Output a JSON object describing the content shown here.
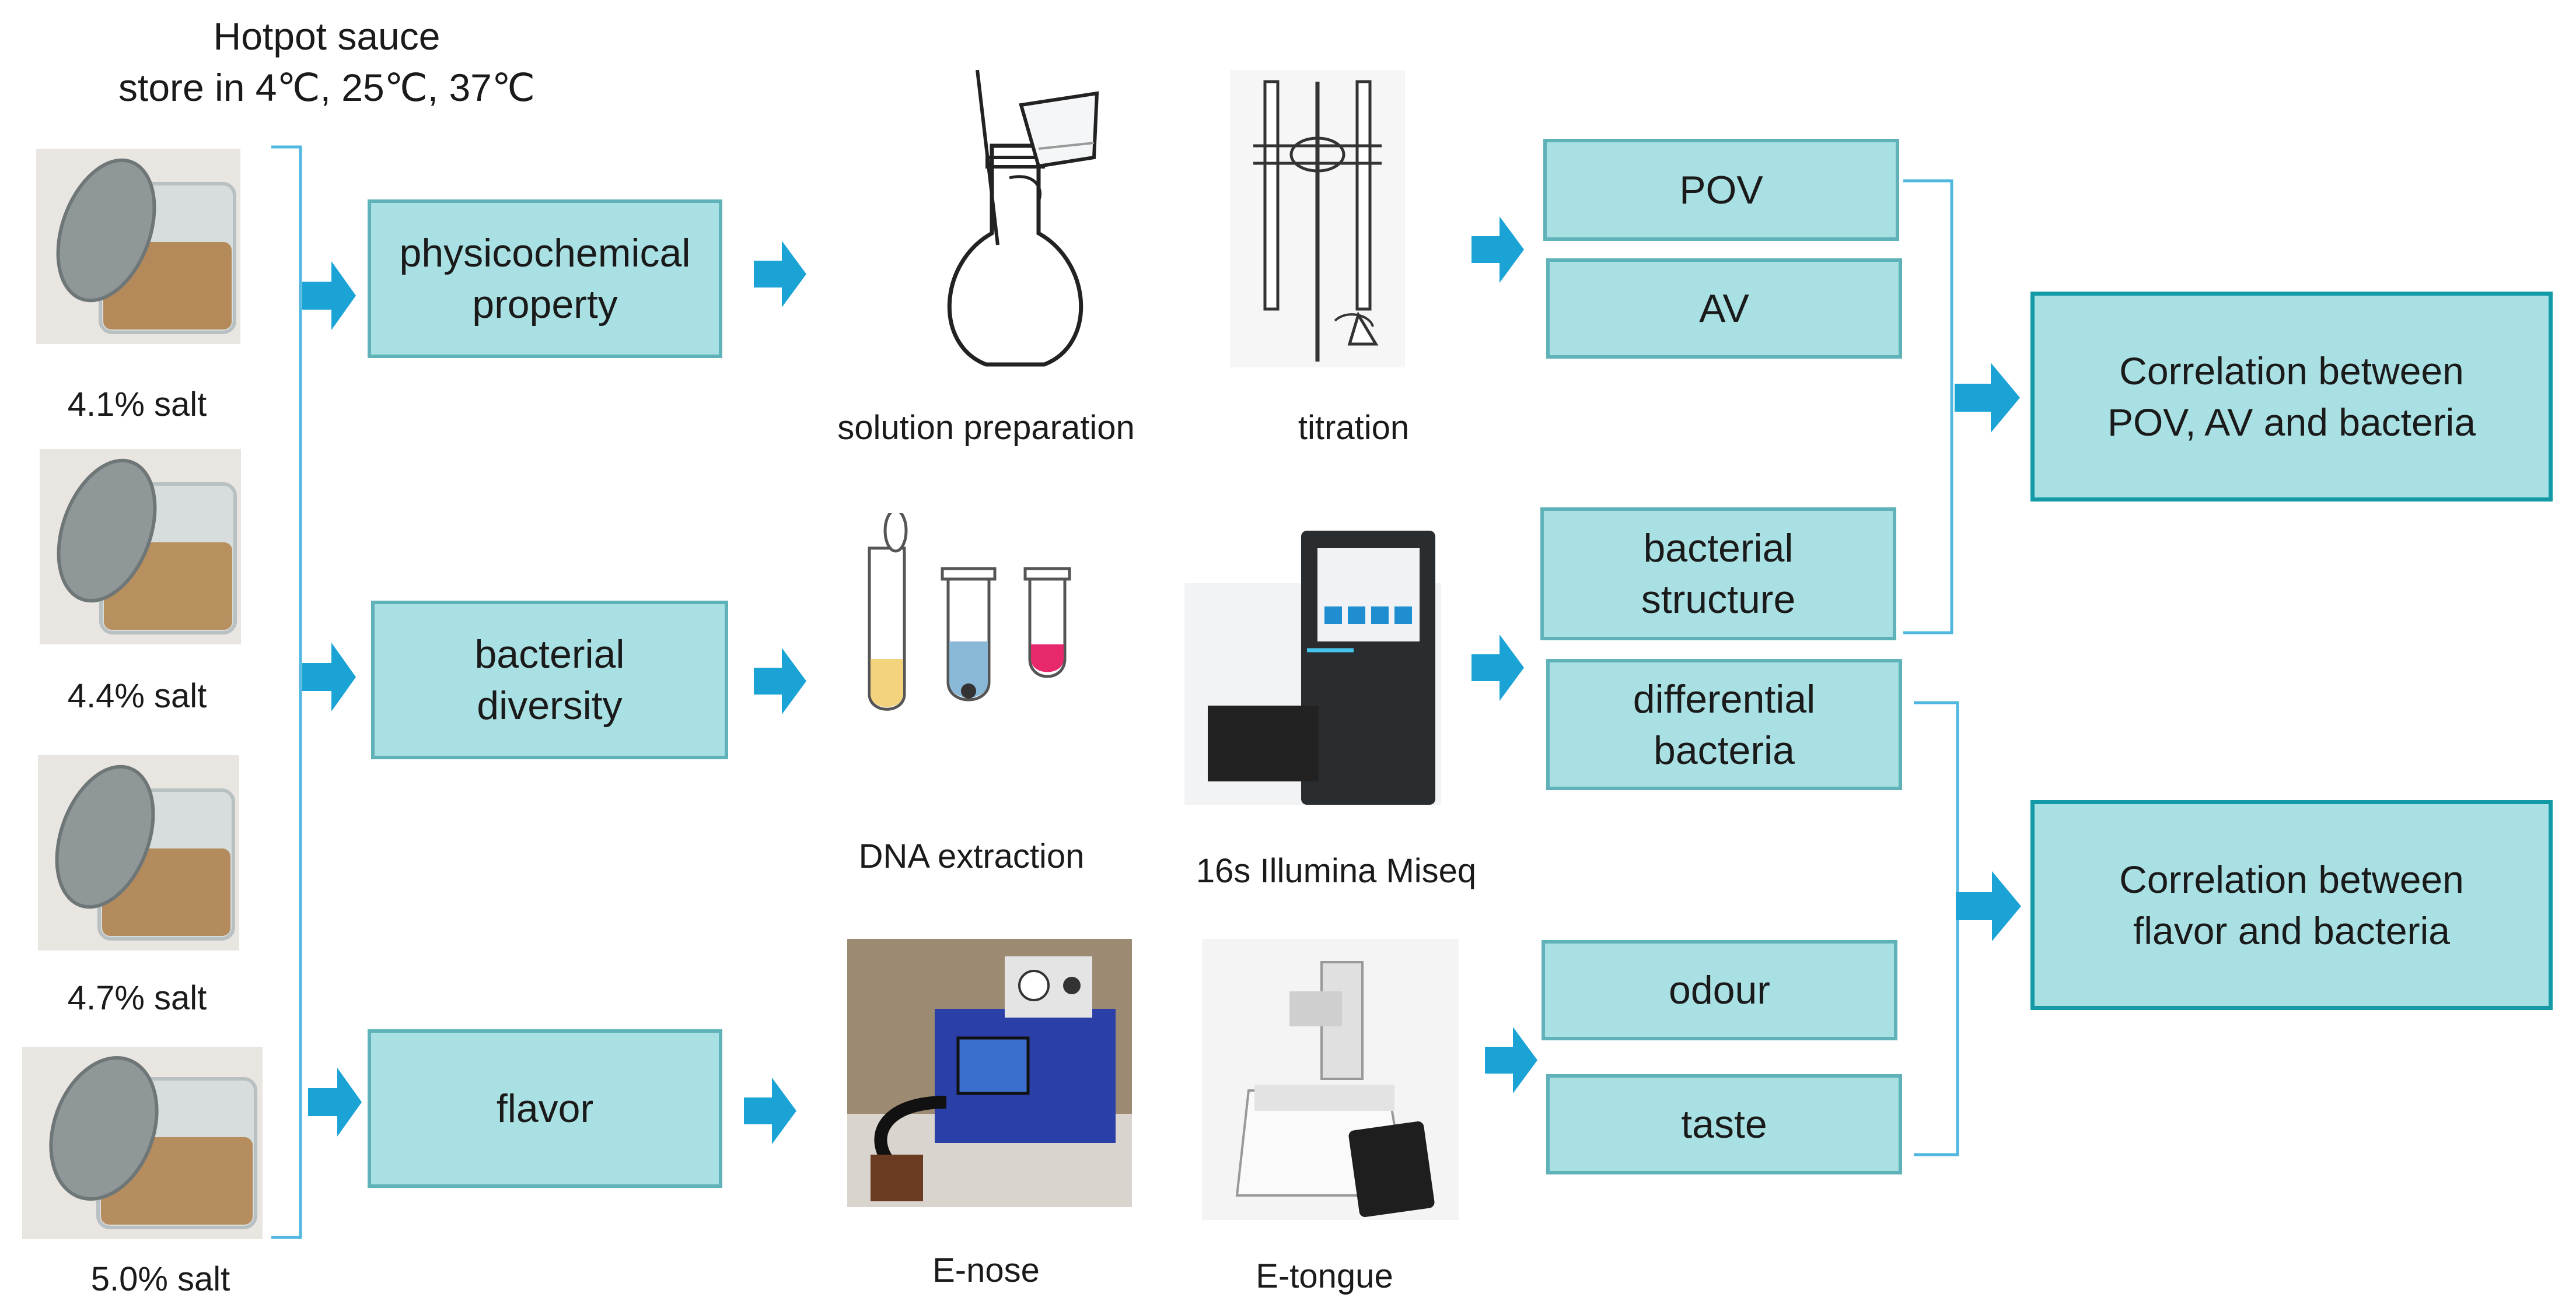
{
  "header": {
    "title_line1": "Hotpot sauce",
    "title_line2": "store in 4℃, 25℃, 37℃"
  },
  "samples": [
    {
      "label": "4.1% salt"
    },
    {
      "label": "4.4% salt"
    },
    {
      "label": "4.7% salt"
    },
    {
      "label": "5.0% salt"
    }
  ],
  "analyses": {
    "physicochemical": "physicochemical\nproperty",
    "bacterial": "bacterial\ndiversity",
    "flavor": "flavor"
  },
  "methods": {
    "solution_preparation": "solution preparation",
    "titration": "titration",
    "dna_extraction": "DNA extraction",
    "miseq": "16s Illumina Miseq",
    "enose": "E-nose",
    "etongue": "E-tongue"
  },
  "indicators": {
    "pov": "POV",
    "av": "AV",
    "bacterial_structure": "bacterial\nstructure",
    "differential_bacteria": "differential\nbacteria",
    "odour": "odour",
    "taste": "taste"
  },
  "results": {
    "correlation_pov": "Correlation between\nPOV, AV and bacteria",
    "correlation_flavor": "Correlation between\nflavor and bacteria"
  },
  "colors": {
    "box_fill": "#a9e0e3",
    "box_border": "#5fb3b8",
    "arrow": "#1ba3d6",
    "bracket": "#4fb7e0"
  }
}
